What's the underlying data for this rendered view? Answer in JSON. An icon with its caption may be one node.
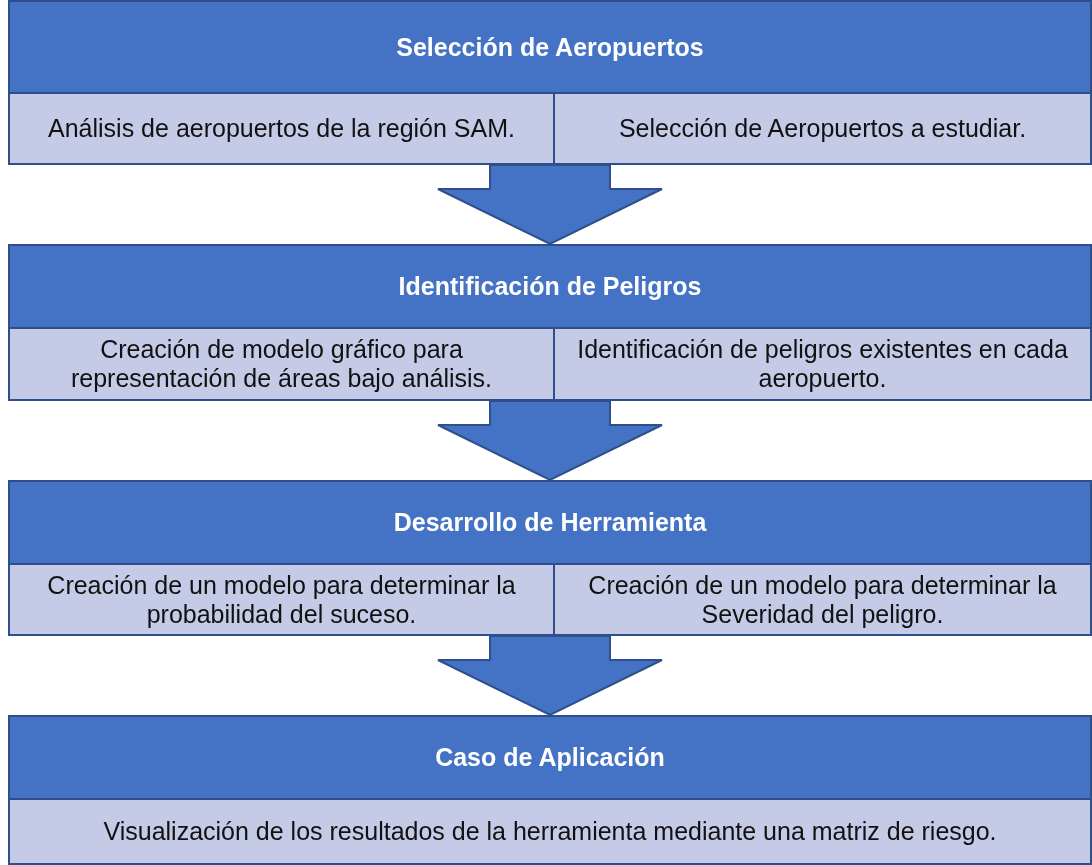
{
  "diagram": {
    "nodes": [
      {
        "text": [
          "Selección de Aeropuertos"
        ]
      },
      {
        "text": [
          "Análisis de aeropuertos de la región SAM."
        ]
      },
      {
        "text": [
          "Selección de Aeropuertos a estudiar."
        ]
      },
      {
        "text": [
          "Identificación de Peligros"
        ]
      },
      {
        "text": [
          "Creación de modelo gráfico para representación de áreas bajo análisis."
        ]
      },
      {
        "text": [
          "Identificación de peligros existentes en cada aeropuerto."
        ]
      },
      {
        "text": [
          "Desarrollo de Herramienta"
        ]
      },
      {
        "text": [
          "Creación de un modelo para determinar la probabilidad del suceso."
        ]
      },
      {
        "text": [
          "Creación de un modelo para determinar la Severidad del peligro."
        ]
      },
      {
        "text": [
          "Caso de Aplicación"
        ]
      },
      {
        "text": [
          "Visualización de los resultados de la herramienta mediante una matriz de riesgo."
        ]
      }
    ],
    "edges": [
      {
        "from": 1,
        "to": 3,
        "arrow": "to"
      },
      {
        "from": 2,
        "to": 3,
        "arrow": "to"
      },
      {
        "from": 4,
        "to": 6,
        "arrow": "to"
      },
      {
        "from": 5,
        "to": 6,
        "arrow": "to"
      },
      {
        "from": 7,
        "to": 9,
        "arrow": "to"
      },
      {
        "from": 8,
        "to": 9,
        "arrow": "to"
      }
    ]
  }
}
